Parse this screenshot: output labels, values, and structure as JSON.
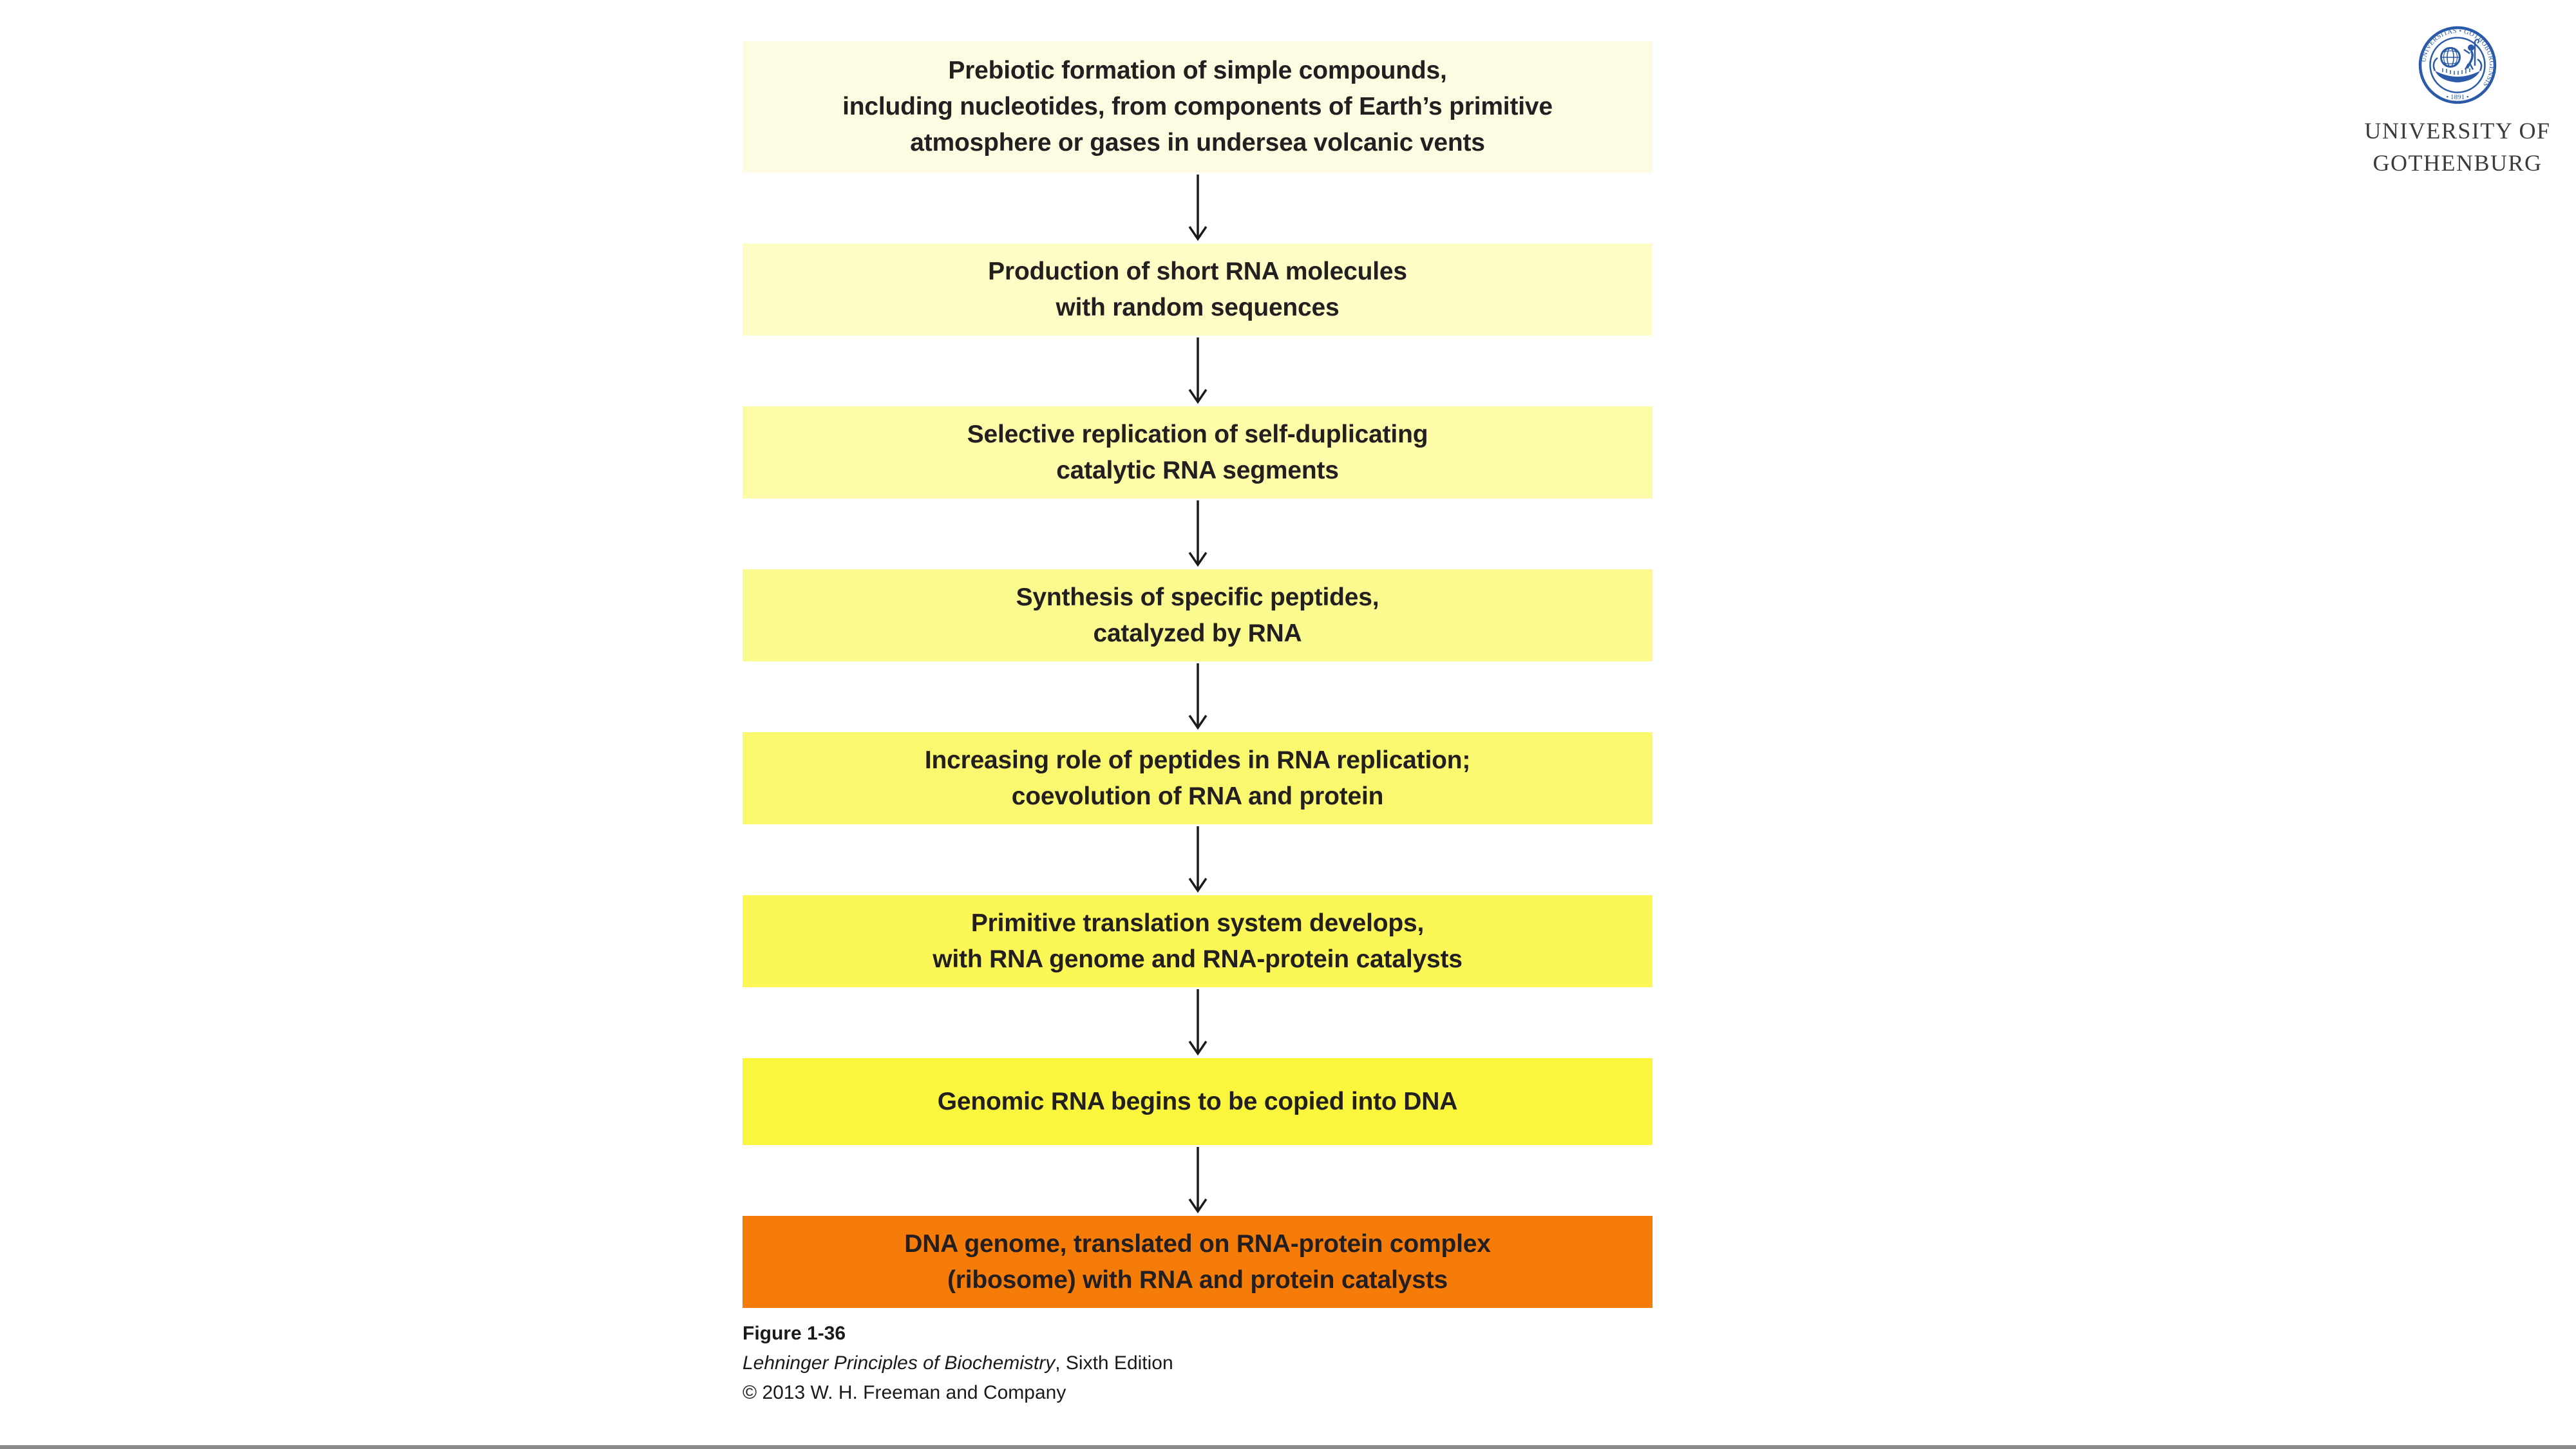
{
  "flow": {
    "text_color": "#231F20",
    "arrow_color": "#1A1A1A",
    "steps": [
      {
        "color": "#FDFCE2",
        "lines": [
          "Prebiotic formation of simple compounds,",
          "including nucleotides, from components of Earth’s primitive",
          "atmosphere or gases in undersea volcanic vents"
        ]
      },
      {
        "color": "#FEFDC6",
        "lines": [
          "Production of short RNA molecules",
          "with random sequences"
        ]
      },
      {
        "color": "#FDFBA8",
        "lines": [
          "Selective replication of self-duplicating",
          "catalytic RNA segments"
        ]
      },
      {
        "color": "#FBFA8E",
        "lines": [
          "Synthesis of specific peptides,",
          "catalyzed by RNA"
        ]
      },
      {
        "color": "#FAF86E",
        "lines": [
          "Increasing role of peptides in RNA replication;",
          "coevolution of RNA and protein"
        ]
      },
      {
        "color": "#FBF756",
        "lines": [
          "Primitive translation system develops,",
          "with RNA genome and RNA-protein catalysts"
        ]
      },
      {
        "color": "#FAF63E",
        "lines": [
          "Genomic RNA begins to be copied into DNA"
        ]
      },
      {
        "color": "#F57C08",
        "lines": [
          "DNA genome, translated on RNA-protein complex",
          "(ribosome) with RNA and protein catalysts"
        ]
      }
    ]
  },
  "caption": {
    "figure_label": "Figure 1-36",
    "book_title": "Lehninger Principles of Biochemistry",
    "edition": ", Sixth Edition",
    "copyright": "© 2013 W. H. Freeman and Company"
  },
  "logo": {
    "seal_ring_text": "UNIVERSITAS • GOTHOBURGENSIS",
    "seal_year": "• 1891 •",
    "seal_color": "#2B5BA8",
    "institution_line1": "UNIVERSITY OF",
    "institution_line2": "GOTHENBURG"
  }
}
